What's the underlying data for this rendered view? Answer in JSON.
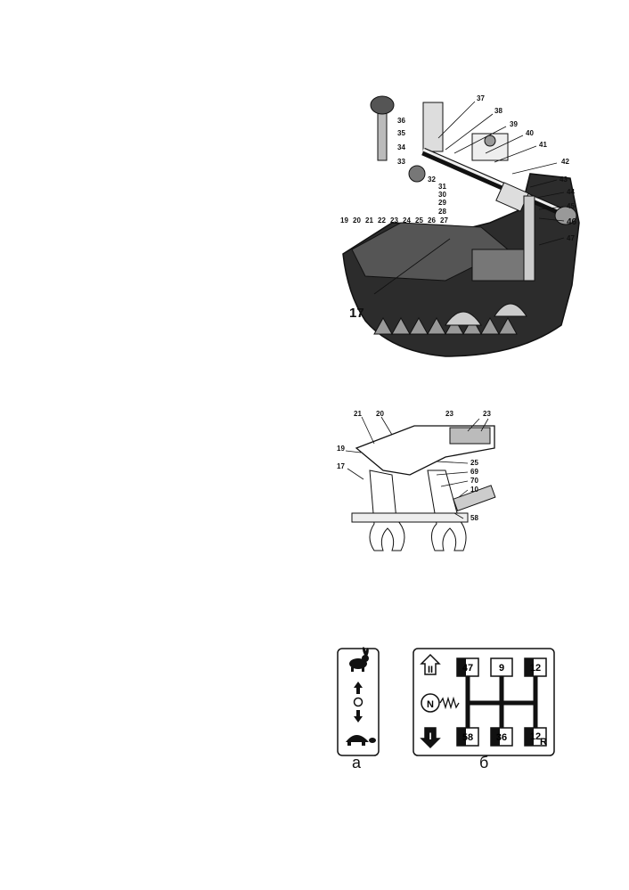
{
  "figure1": {
    "callouts": [
      "37",
      "38",
      "39",
      "40",
      "41",
      "42",
      "43",
      "44",
      "45",
      "46",
      "47",
      "36",
      "35",
      "34",
      "33",
      "32",
      "31",
      "30",
      "29",
      "28",
      "19",
      "20",
      "21",
      "22",
      "23",
      "24",
      "25",
      "26",
      "27",
      "17"
    ]
  },
  "figure2": {
    "callouts": [
      "21",
      "20",
      "23",
      "23",
      "19",
      "25",
      "69",
      "17",
      "70",
      "10",
      "58"
    ]
  },
  "figure3": {
    "caption_a": "а",
    "caption_b": "б",
    "range_high": "II",
    "range_low": "I",
    "neutral": "N",
    "gates": [
      {
        "top": "47",
        "bottom": "58"
      },
      {
        "top": "9",
        "bottom": "36"
      },
      {
        "top": "12",
        "bottom": "12"
      }
    ],
    "bottom_right_sub": "R"
  },
  "colors": {
    "ink": "#111111",
    "paper": "#ffffff",
    "shade": "#3a3a3a"
  }
}
